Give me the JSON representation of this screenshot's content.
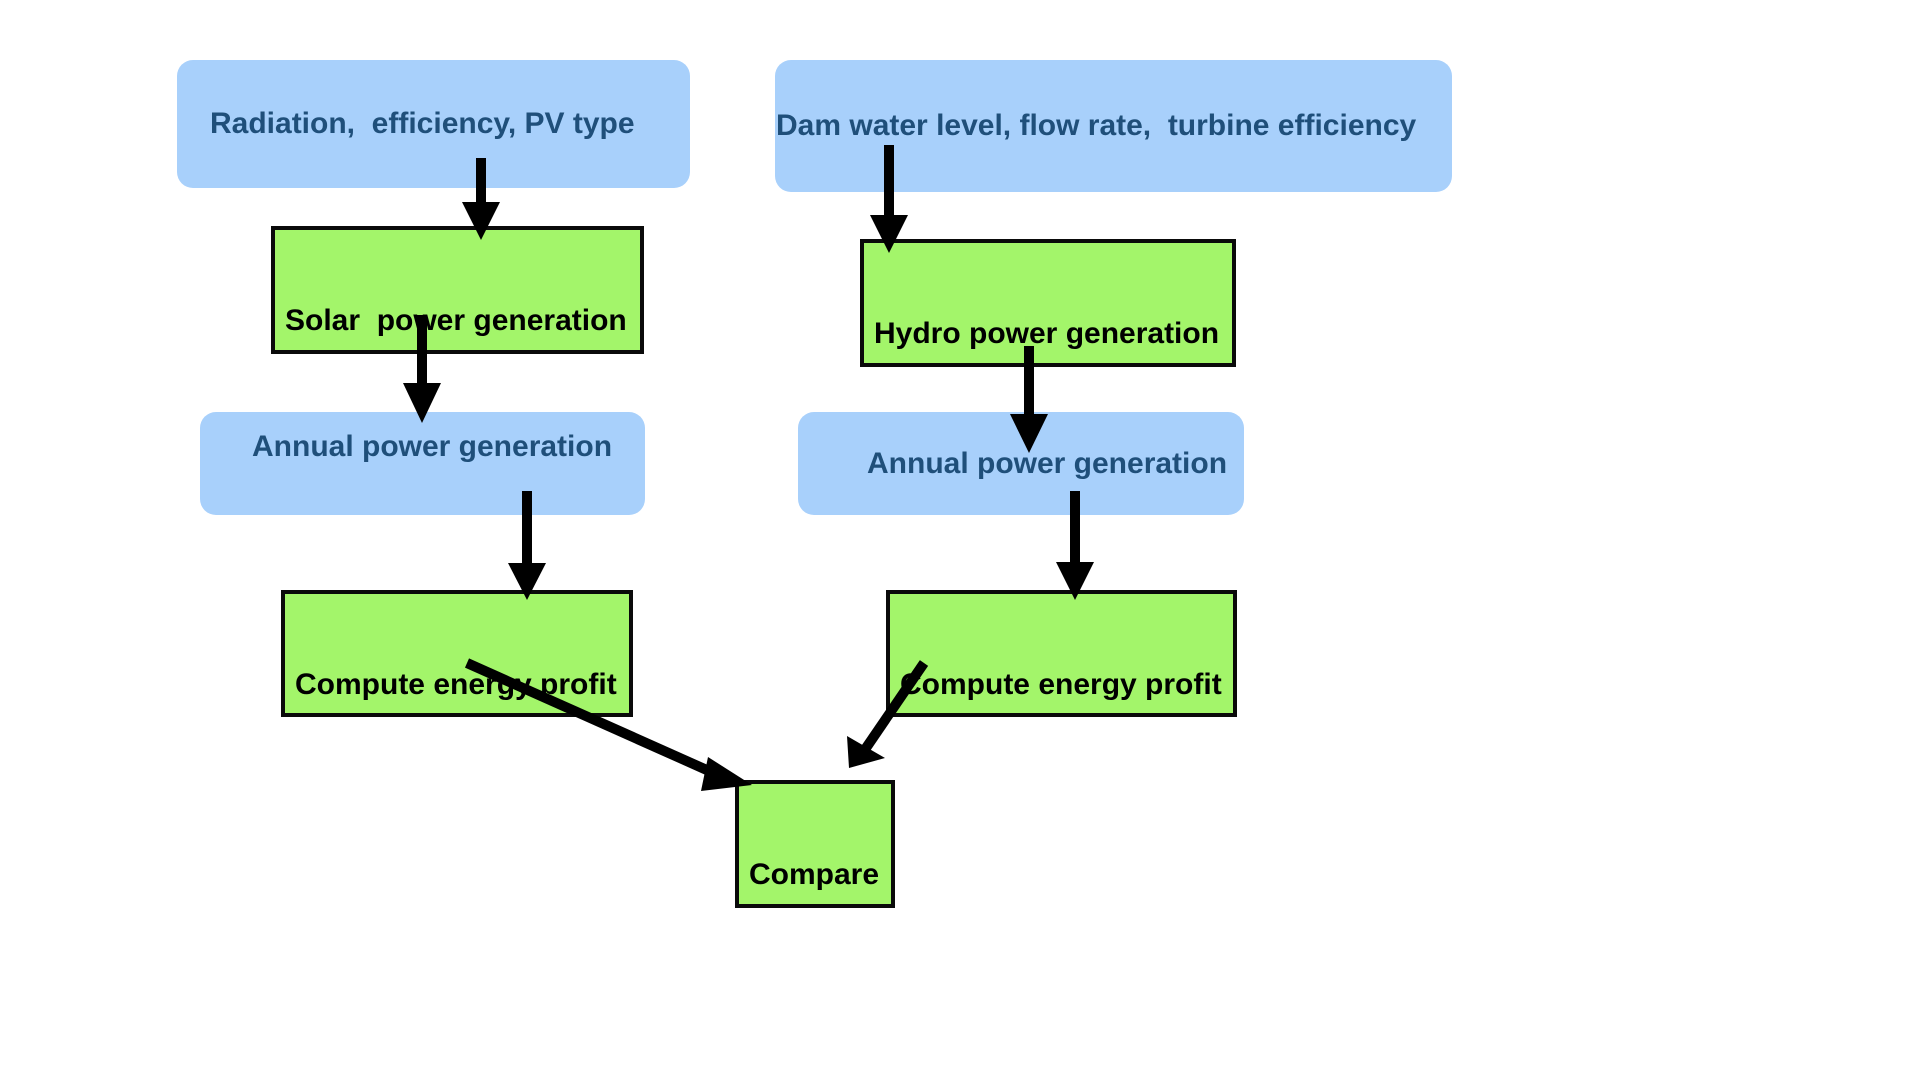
{
  "solar": {
    "inputs_label": "Radiation,  efficiency, PV type",
    "generation_label": "Solar  power generation",
    "annual_label": "Annual power generation",
    "profit_label": "Compute energy profit"
  },
  "hydro": {
    "inputs_label": "Dam water level, flow rate,  turbine efficiency",
    "generation_label": "Hydro power generation",
    "annual_label": "Annual power generation",
    "profit_label": "Compute energy profit"
  },
  "compare_label": "Compare",
  "colors": {
    "data_node_fill": "#a8d0fb",
    "data_node_text": "#1f4f7a",
    "process_node_fill": "#a3f56a",
    "process_node_border": "#0a0a0a",
    "arrow": "#000000"
  }
}
